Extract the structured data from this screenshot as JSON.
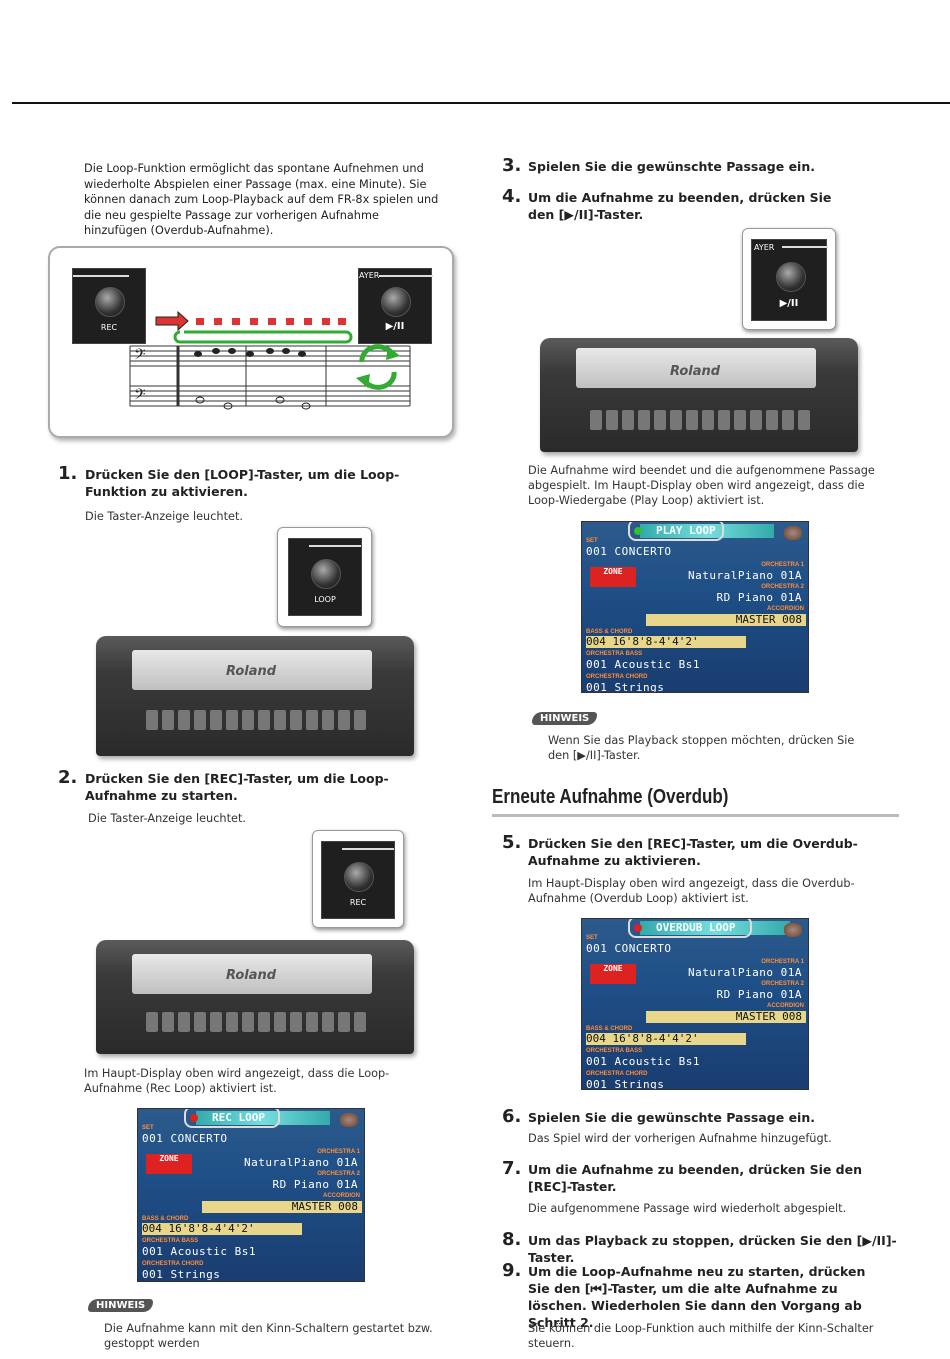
{
  "intro": {
    "text": "Die Loop-Funktion ermöglicht das spontane Aufnehmen und wiederholte Abspielen einer Passage (max. eine Minute). Sie können danach zum Loop-Playback auf dem FR-8x spielen und die neu gespielte Passage zur vorherigen Aufnahme hinzufügen (Overdub-Aufnahme)."
  },
  "diagram": {
    "rec_label": "REC",
    "play_label": "▶/II",
    "layer_label": "AYER"
  },
  "steps": {
    "s1": {
      "num": "1.",
      "title": "Drücken Sie den [LOOP]-Taster, um die Loop-Funktion zu aktivieren.",
      "desc": "Die Taster-Anzeige leuchtet.",
      "button": "LOOP"
    },
    "s2": {
      "num": "2.",
      "title": "Drücken Sie den [REC]-Taster, um die Loop-Aufnahme zu starten.",
      "desc": "Die Taster-Anzeige leuchtet.",
      "button": "REC",
      "after": "Im Haupt-Display oben wird angezeigt, dass die Loop-Aufnahme (Rec Loop) aktiviert ist."
    },
    "s3": {
      "num": "3.",
      "title": "Spielen Sie die gewünschte Passage ein."
    },
    "s4": {
      "num": "4.",
      "title": "Um die Aufnahme zu beenden, drücken Sie den [▶/II]-Taster.",
      "button": "▶/II",
      "layer": "AYER",
      "after": "Die Aufnahme wird beendet und die aufgenommene Passage abgespielt. Im Haupt-Display oben wird angezeigt, dass die Loop-Wiedergabe (Play Loop) aktiviert ist."
    },
    "s5": {
      "num": "5.",
      "title": "Drücken Sie den [REC]-Taster, um die Overdub-Aufnahme zu aktivieren.",
      "desc": "Im Haupt-Display oben wird angezeigt, dass die Overdub-Aufnahme (Overdub Loop) aktiviert ist."
    },
    "s6": {
      "num": "6.",
      "title": "Spielen Sie die gewünschte Passage ein.",
      "desc": "Das Spiel wird der vorherigen Aufnahme hinzugefügt."
    },
    "s7": {
      "num": "7.",
      "title": "Um die Aufnahme zu beenden, drücken Sie den [REC]-Taster.",
      "desc": "Die aufgenommene Passage wird wiederholt abgespielt."
    },
    "s8": {
      "num": "8.",
      "title": "Um das Playback zu stoppen, drücken Sie den [▶/II]-Taster."
    },
    "s9": {
      "num": "9.",
      "title": "Um die Loop-Aufnahme neu zu starten, drücken Sie den [⏮]-Taster, um die alte Aufnahme zu löschen. Wiederholen Sie dann den Vorgang ab Schritt 2.",
      "desc": "Sie können die Loop-Funktion auch mithilfe der Kinn-Schalter steuern."
    }
  },
  "section": {
    "title": "Erneute Aufnahme (Overdub)"
  },
  "notes": {
    "label": "HINWEIS",
    "n1": "Wenn Sie das Playback stoppen möchten, drücken Sie den [▶/II]-Taster.",
    "n2": "Die Aufnahme kann mit den Kinn-Schaltern gestartet bzw. gestoppt werden"
  },
  "brand": "Roland",
  "lcd": {
    "set_label": "SET",
    "set": "001  CONCERTO",
    "zone": "ZONE",
    "orch1_label": "ORCHESTRA 1",
    "orch1": "NaturalPiano  01A",
    "orch2_label": "ORCHESTRA 2",
    "orch2": "RD Piano   01A",
    "acc_label": "ACCORDION",
    "acc": "MASTER     008",
    "bc_label": "BASS & CHORD",
    "bc": "004   16'8'8-4'4'2'",
    "ob_label": "ORCHESTRA BASS",
    "ob": "001   Acoustic Bs1",
    "oc_label": "ORCHESTRA CHORD",
    "oc": "001   Strings",
    "modes": {
      "rec": "REC LOOP",
      "play": "PLAY LOOP",
      "overdub": "OVERDUB LOOP"
    },
    "indicator_colors": {
      "rec": "#e02020",
      "play": "#30c030",
      "overdub": "#e02020"
    }
  }
}
